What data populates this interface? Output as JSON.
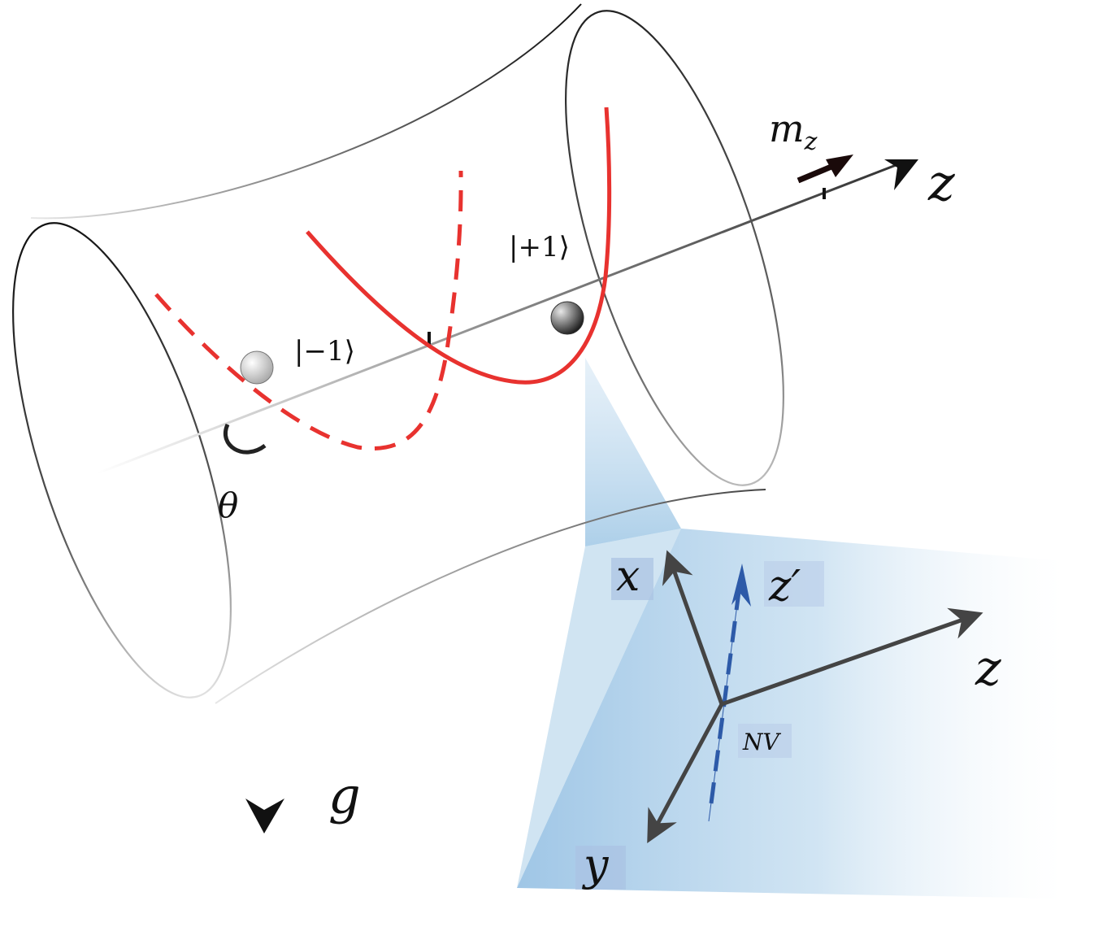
{
  "labels": {
    "mz_main": "m",
    "mz_sub": "z",
    "z_axis": "z",
    "ket_plus": "|+1⟩",
    "ket_minus": "|−1⟩",
    "theta": "θ",
    "g": "g",
    "x": "x",
    "z_prime": "z′",
    "z_inset": "z",
    "nv": "NV",
    "y": "y"
  },
  "colors": {
    "potential": "#e8322f",
    "nv_axis": "#2d5aa8",
    "panel": "#a9cde8",
    "axes": "#444444"
  }
}
